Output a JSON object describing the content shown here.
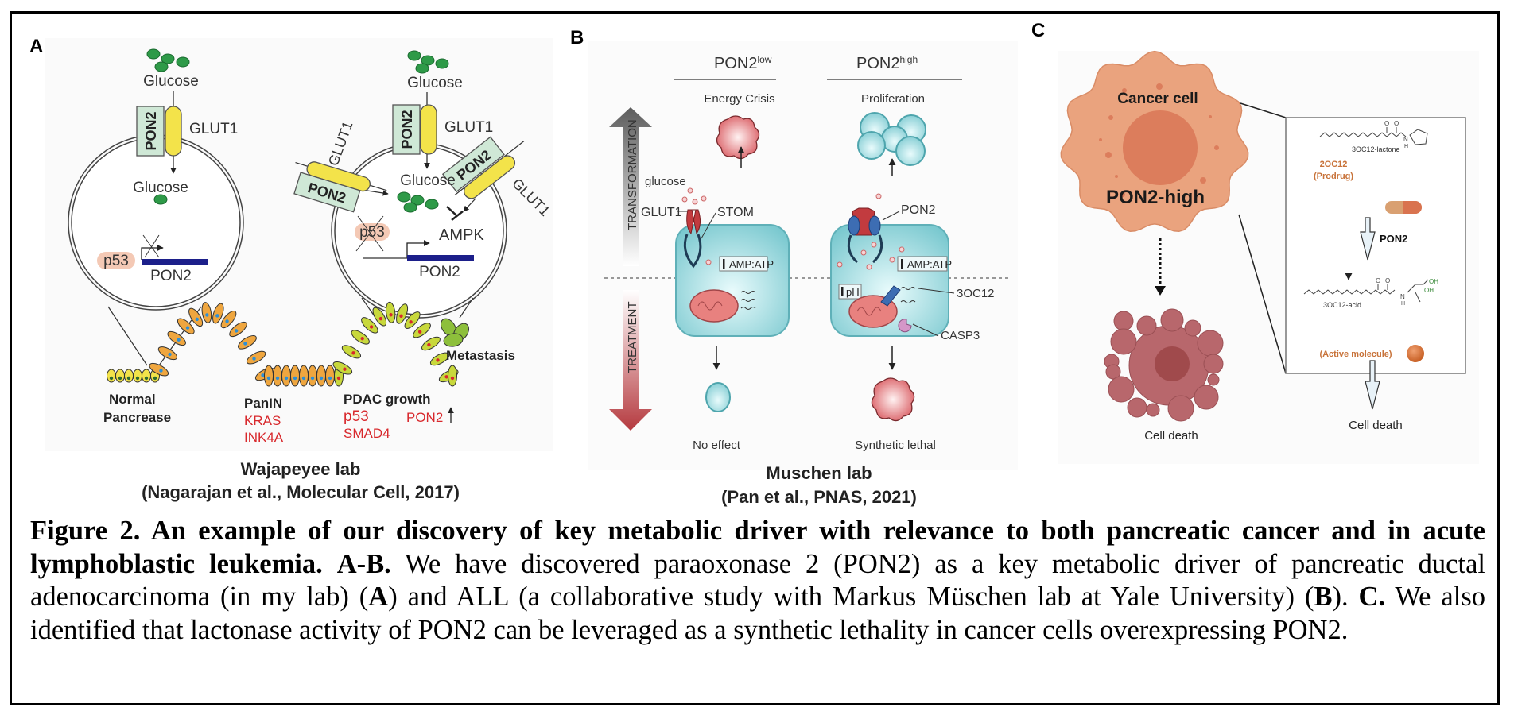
{
  "panels": {
    "A": {
      "label": "A",
      "left_cell": {
        "glucose_out": "Glucose",
        "pon2_box": "PON2",
        "glut1": "GLUT1",
        "glucose_in": "Glucose",
        "p53": "p53",
        "gene": "PON2"
      },
      "right_cell": {
        "glucose_out": "Glucose",
        "pon2_box_top": "PON2",
        "glut1_top": "GLUT1",
        "glut1_left": "GLUT1",
        "pon2_box_left": "PON2",
        "pon2_box_right": "PON2",
        "glut1_right": "GLUT1",
        "glucose_in": "Glucose",
        "p53": "p53",
        "ampk": "AMPK",
        "gene": "PON2"
      },
      "stages": {
        "normal_1": "Normal",
        "normal_2": "Pancrease",
        "panin": "PanIN",
        "panin_muts": [
          "KRAS",
          "INK4A"
        ],
        "pdac": "PDAC growth",
        "pdac_muts": [
          "p53",
          "SMAD4"
        ],
        "pon2_up": "PON2",
        "metastasis": "Metastasis"
      },
      "lab": "Wajapeyee lab",
      "citation": "(Nagarajan et al., Molecular Cell, 2017)"
    },
    "B": {
      "label": "B",
      "col_low": "PON2",
      "col_low_sup": "low",
      "col_high": "PON2",
      "col_high_sup": "high",
      "energy_crisis": "Energy Crisis",
      "proliferation": "Proliferation",
      "transformation": "TRANSFORMATION",
      "treatment": "TREATMENT",
      "glucose": "glucose",
      "glut1": "GLUT1",
      "stom": "STOM",
      "pon2": "PON2",
      "amp_atp_low": "AMP:ATP",
      "amp_atp_high": "AMP:ATP",
      "ph": "pH",
      "oc12": "3OC12",
      "casp3": "CASP3",
      "no_effect": "No effect",
      "synthetic_lethal": "Synthetic lethal",
      "lab": "Muschen lab",
      "citation": "(Pan et al., PNAS, 2021)"
    },
    "C": {
      "label": "C",
      "cancer_cell": "Cancer cell",
      "pon2_high": "PON2-high",
      "cell_death_left": "Cell death",
      "lactone": "3OC12-lactone",
      "prodrug_1": "2OC12",
      "prodrug_2": "(Prodrug)",
      "enzyme": "PON2",
      "acid": "3OC12-acid",
      "active": "(Active molecule)",
      "cell_death_right": "Cell death",
      "atom_o": "O",
      "atom_n": "N",
      "atom_h": "H",
      "atom_oh": "OH"
    }
  },
  "colors": {
    "glucose_green": "#2e9a48",
    "pon2_box": "#cfe8d6",
    "glut1_yellow": "#f3e34a",
    "p53_pink": "#f4c9b5",
    "gene_blue": "#1c1f8a",
    "mutation_red": "#d8282c",
    "cell_teal": "#7fcfd6",
    "cancer_orange": "#eaa37e",
    "nucleus_orange": "#dc7d5c",
    "dead_cell": "#b8676c",
    "prodrug_brown": "#c8733a"
  },
  "caption": {
    "bold_title": "Figure 2. An example of our discovery of key metabolic driver with relevance to both pancreatic cancer and in acute lymphoblastic leukemia.",
    "ab_label": "A-B.",
    "text_1": "We have discovered paraoxonase 2 (PON2) as a key metabolic driver of pancreatic ductal adenocarcinoma (in my lab) (",
    "a_ref": "A",
    "text_2": ") and ALL (a collaborative study with Markus Müschen lab at Yale University) (",
    "b_ref": "B",
    "text_3": ").",
    "c_label": "C.",
    "text_4": "We also identified that lactonase activity of PON2 can be leveraged as a synthetic lethality in cancer cells overexpressing PON2."
  }
}
